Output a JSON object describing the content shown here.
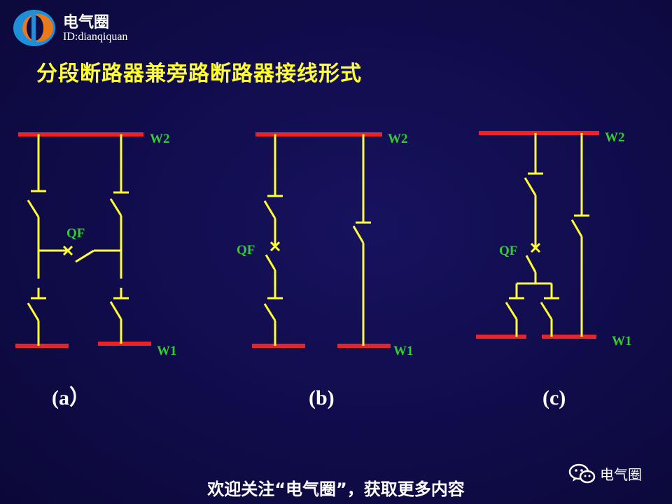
{
  "brand": {
    "name": "电气圈",
    "id_line": "ID:dianqiquan"
  },
  "title": "分段断路器兼旁路断路器接线形式",
  "colors": {
    "busbar": "#e8232a",
    "line": "#ffff33",
    "label": "#33cc33",
    "title": "#ffff33",
    "text": "#ffffff"
  },
  "diagrams": [
    {
      "caption": "(a）",
      "bus_top_label": "W2",
      "bus_bottom_label": "W1",
      "breaker_label": "QF"
    },
    {
      "caption": "(b)",
      "bus_top_label": "W2",
      "bus_bottom_label": "W1",
      "breaker_label": "QF"
    },
    {
      "caption": "(c)",
      "bus_top_label": "W2",
      "bus_bottom_label": "W1",
      "breaker_label": "QF"
    }
  ],
  "footer": {
    "text": "欢迎关注“电气圈”，获取更多内容",
    "wechat_name": "电气圈",
    "wechat_icon": "wechat-icon"
  },
  "logo_icon": "brand-logo-icon"
}
